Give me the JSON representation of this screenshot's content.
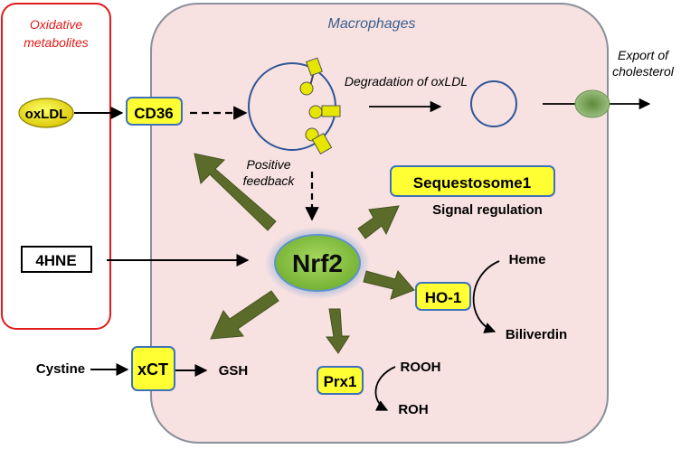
{
  "labels": {
    "oxidative_1": "Oxidative",
    "oxidative_2": "metabolites",
    "macrophages": "Macrophages",
    "oxldl": "oxLDL",
    "cd36": "CD36",
    "degradation": "Degradation of oxLDL",
    "export_1": "Export of",
    "export_2": "cholesterol",
    "positive_1": "Positive",
    "positive_2": "feedback",
    "sequestosome": "Sequestosome1",
    "signal_regulation": "Signal regulation",
    "hne": "4HNE",
    "nrf2": "Nrf2",
    "heme": "Heme",
    "ho1": "HO-1",
    "biliverdin": "Biliverdin",
    "cystine": "Cystine",
    "xct": "xCT",
    "gsh": "GSH",
    "prx1": "Prx1",
    "rooh": "ROOH",
    "roh": "ROH"
  },
  "colors": {
    "cell_fill": "#f7e1e1",
    "cell_stroke": "#8a8f99",
    "oxidative_box": "#e0191a",
    "oxidative_text": "#e0191a",
    "macrophages_text": "#3b5f8c",
    "yellow_box": "#ffff33",
    "yellow_box_stroke": "#3d72b8",
    "nrf2_fill": "#8cc63f",
    "nrf2_glow": "#7fa6d6",
    "arrow_green": "#5a6b2a",
    "vesicle_stroke": "#2f5597",
    "receptor_yellow": "#e6e600",
    "export_fill": "#7aa35a"
  }
}
